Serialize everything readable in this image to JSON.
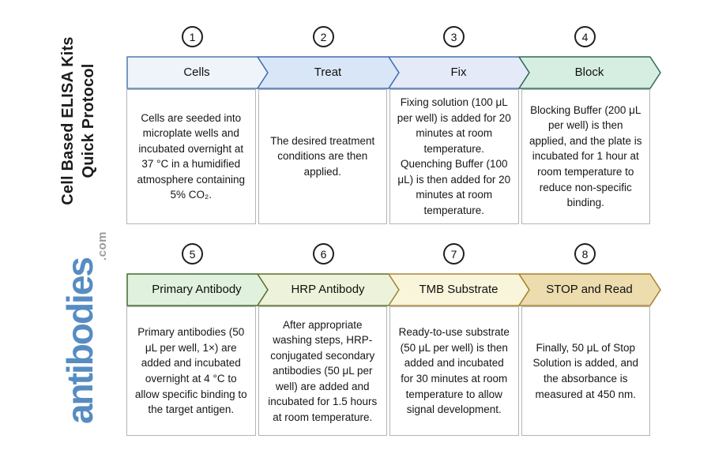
{
  "page": {
    "vertical_title": "Cell Based ELISA Kits\nQuick Protocol",
    "brand": {
      "name": "antibodies",
      "tld": ".com",
      "name_color": "#578cc1",
      "tld_color": "#9b9b9b"
    }
  },
  "steps": [
    {
      "number": "1",
      "label": "Cells",
      "fill_color": "#eff4fb",
      "border_color": "#4b7ab0",
      "description": "Cells are seeded into microplate wells and incubated overnight at 37 °C in a humidified atmosphere containing 5% CO₂."
    },
    {
      "number": "2",
      "label": "Treat",
      "fill_color": "#d9e6f7",
      "border_color": "#3f6fae",
      "description": "The desired treatment conditions are then applied."
    },
    {
      "number": "3",
      "label": "Fix",
      "fill_color": "#e4eaf8",
      "border_color": "#4170ae",
      "description": "Fixing solution (100 μL per well) is added for 20 minutes at room temperature. Quenching Buffer (100 μL) is then added for 20 minutes at room temperature."
    },
    {
      "number": "4",
      "label": "Block",
      "fill_color": "#d6eee2",
      "border_color": "#2d6b52",
      "description": "Blocking Buffer (200 μL per well) is then applied, and the plate is incubated for 1 hour at room temperature to reduce non-specific binding."
    },
    {
      "number": "5",
      "label": "Primary Antibody",
      "fill_color": "#e0f1dd",
      "border_color": "#3f6a2e",
      "description": "Primary antibodies (50 μL per well, 1×) are added and incubated overnight at 4 °C to allow specific binding to the target antigen."
    },
    {
      "number": "6",
      "label": "HRP Antibody",
      "fill_color": "#ecf3da",
      "border_color": "#5d6e2e",
      "description": "After appropriate washing steps, HRP-conjugated secondary antibodies (50 μL per well) are added and incubated for 1.5 hours at room temperature."
    },
    {
      "number": "7",
      "label": "TMB Substrate",
      "fill_color": "#f9f5da",
      "border_color": "#a8863c",
      "description": "Ready-to-use substrate (50 μL per well) is then added and incubated for 30 minutes at room temperature to allow signal development."
    },
    {
      "number": "8",
      "label": "STOP and Read",
      "fill_color": "#ecdcae",
      "border_color": "#a5812e",
      "description": "Finally, 50 μL of Stop Solution is added, and the absorbance is measured at 450 nm."
    }
  ]
}
